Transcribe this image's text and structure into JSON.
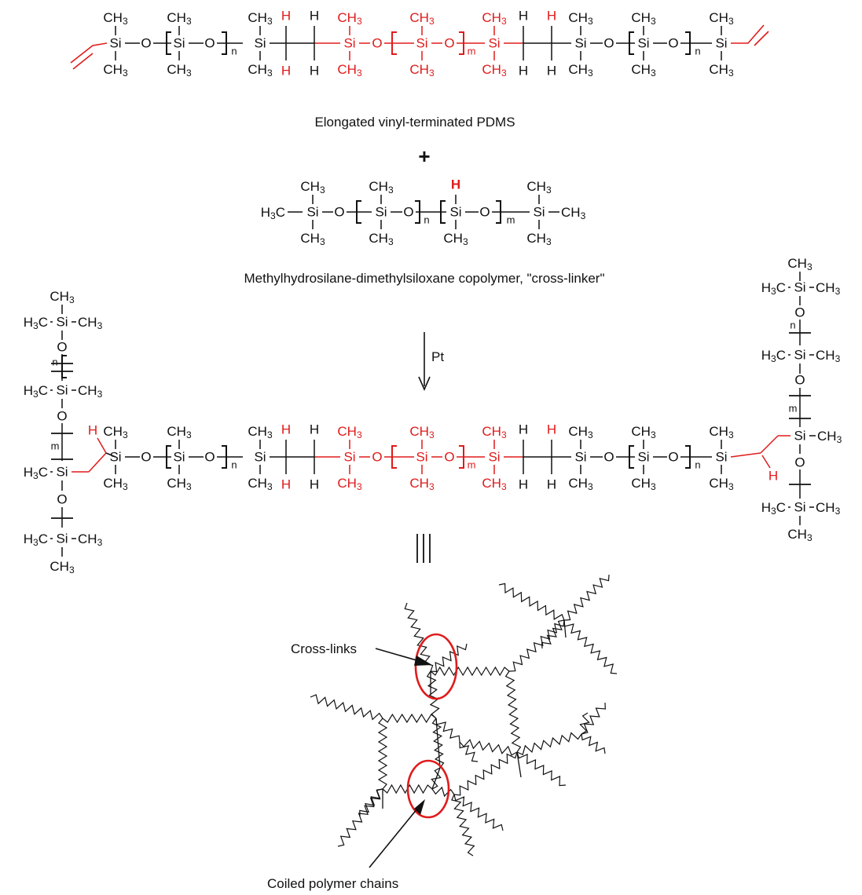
{
  "colors": {
    "ink": "#111111",
    "accent": "#e01b1b"
  },
  "captions": {
    "vinyl_pdms": "Elongated vinyl-terminated PDMS",
    "plus": "+",
    "crosslinker": "Methylhydrosilane-dimethylsiloxane copolymer, \"cross-linker\"",
    "catalyst": "Pt",
    "cross_links": "Cross-links",
    "coiled_chains": "Coiled polymer chains"
  },
  "labels": {
    "si": "Si",
    "o": "O",
    "h": "H",
    "ch": "CH",
    "hc_h": "H",
    "hc_c": "C",
    "sub3": "3",
    "n": "n",
    "m": "m"
  }
}
